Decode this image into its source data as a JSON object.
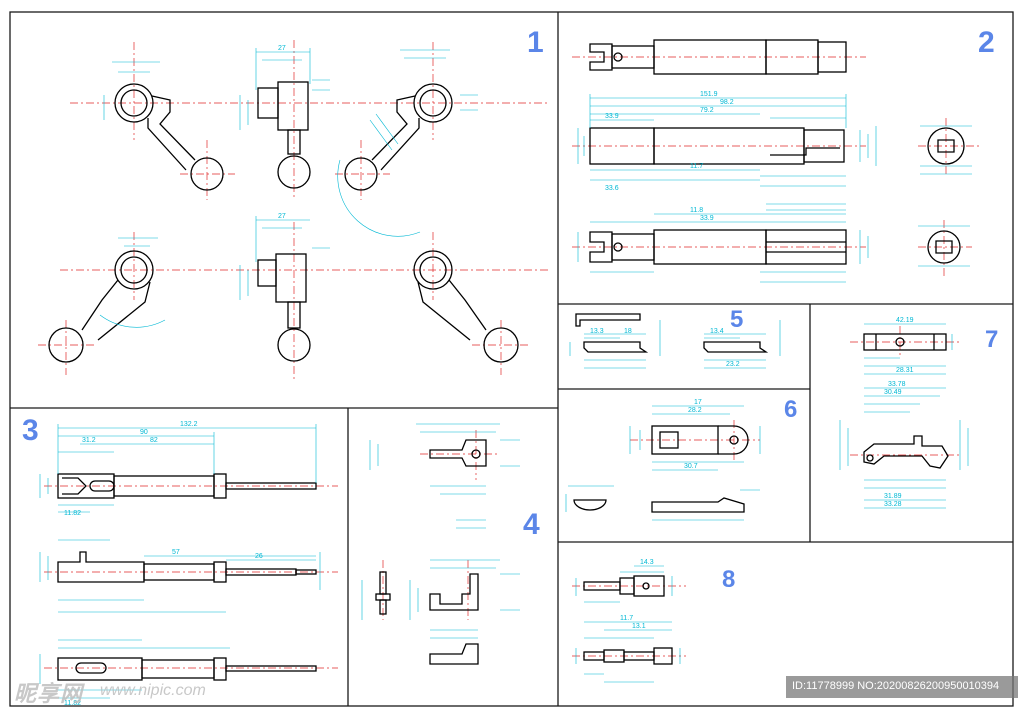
{
  "panels": [
    {
      "number": "1"
    },
    {
      "number": "2"
    },
    {
      "number": "3"
    },
    {
      "number": "4"
    },
    {
      "number": "5"
    },
    {
      "number": "6"
    },
    {
      "number": "7"
    },
    {
      "number": "8"
    }
  ],
  "dimension_labels": {
    "p1_width_top": "27",
    "p1_width_mid": "27",
    "p2_total": "151.9",
    "p2_length_a": "98.2",
    "p2_length_b": "79.2",
    "p2_seg_a": "33.9",
    "p2_seg_b": "11.7",
    "p2_seg_c": "33.6",
    "p2_seg_d": "33.9",
    "p2_seg_e": "11.8",
    "p3_total": "132.2",
    "p3_seg_a": "31.2",
    "p3_seg_b": "90",
    "p3_seg_c": "82",
    "p3_seg_d": "57",
    "p3_seg_e": "26",
    "p3_seg_f": "11.82",
    "p3_seg_g": "11.82",
    "p5_a": "13.3",
    "p5_b": "18",
    "p5_c": "13.4",
    "p5_d": "23.2",
    "p6_a": "17",
    "p6_b": "28.2",
    "p6_c": "30.7",
    "p7_a": "42.19",
    "p7_b": "33.78",
    "p7_c": "30.49",
    "p7_d": "28.31",
    "p7_e": "31.89",
    "p7_f": "33.28",
    "p8_a": "14.3",
    "p8_b": "11.7",
    "p8_c": "13.1"
  },
  "watermark": {
    "logo": "昵享网",
    "url": "www.nipic.com",
    "id_line": "ID:11778999 NO:20200826200950010394"
  },
  "colors": {
    "outline": "#000000",
    "dimension": "#00b8d4",
    "centerline": "#e02828",
    "frame": "#1a1a1a",
    "panel_number": "#5b86e8"
  }
}
